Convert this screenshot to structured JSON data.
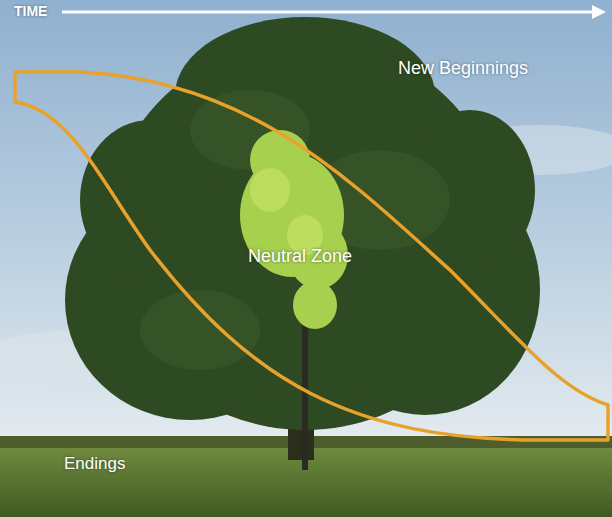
{
  "diagram": {
    "nodes": [
      {
        "text": [
          "Neutral Zone"
        ]
      }
    ],
    "labels": [
      "TIME",
      "New Beginnings",
      "Endings"
    ]
  }
}
